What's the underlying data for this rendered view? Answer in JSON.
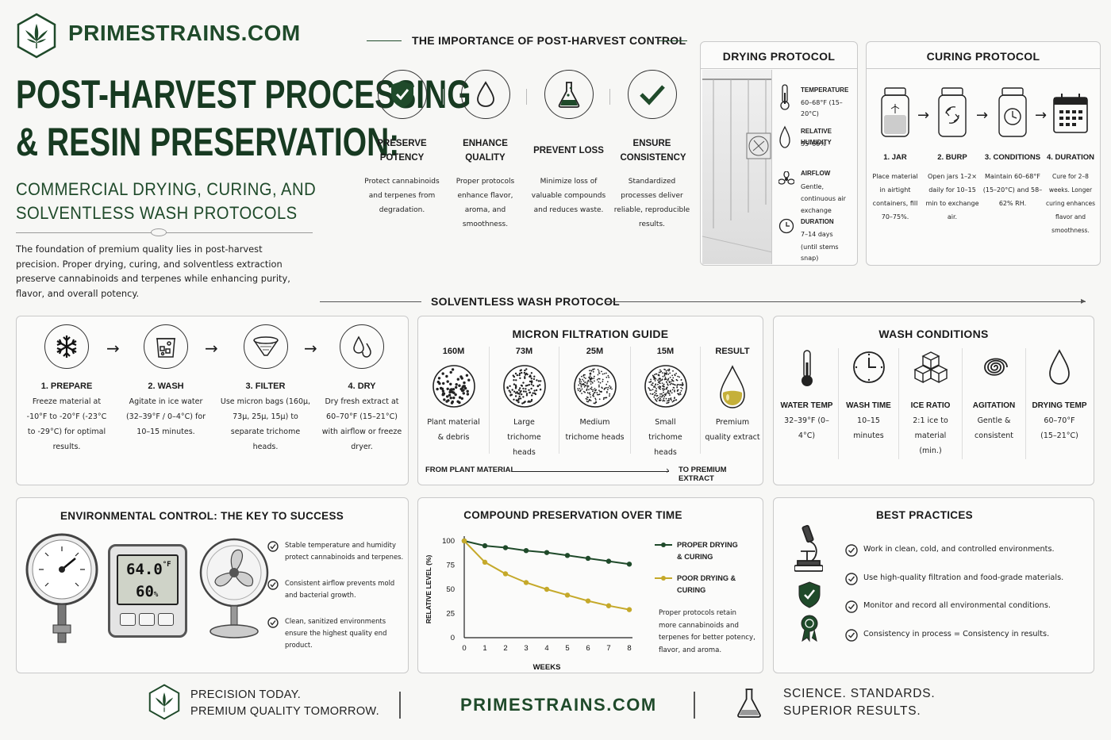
{
  "brand": {
    "name": "PRIMESTRAINS.COM",
    "green": "#1f4a2a",
    "gold": "#c5a92a"
  },
  "hero": {
    "title_line1": "POST-HARVEST PROCESSING",
    "title_line2": "& RESIN PRESERVATION:",
    "subtitle_line1": "COMMERCIAL DRYING, CURING, AND",
    "subtitle_line2": "SOLVENTLESS WASH PROTOCOLS",
    "intro": "The foundation of premium quality lies in post-harvest precision. Proper drying, curing, and solventless extraction preserve cannabinoids and terpenes while enhancing purity, flavor, and overall potency."
  },
  "importance": {
    "heading": "THE IMPORTANCE OF POST-HARVEST CONTROL",
    "items": [
      {
        "icon": "shield-check-icon",
        "title": "PRESERVE POTENCY",
        "text": "Protect cannabinoids and terpenes from degradation."
      },
      {
        "icon": "droplet-icon",
        "title": "ENHANCE QUALITY",
        "text": "Proper protocols enhance flavor, aroma, and smoothness."
      },
      {
        "icon": "flask-icon",
        "title": "PREVENT LOSS",
        "text": "Minimize loss of valuable compounds and reduces waste."
      },
      {
        "icon": "checkmark-circle-icon",
        "title": "ENSURE CONSISTENCY",
        "text": "Standardized processes deliver reliable, reproducible results."
      }
    ]
  },
  "drying": {
    "heading": "DRYING PROTOCOL",
    "items": [
      {
        "icon": "thermometer-icon",
        "label": "TEMPERATURE",
        "value": "60–68°F (15–20°C)"
      },
      {
        "icon": "humidity-drop-icon",
        "label": "RELATIVE HUMIDITY",
        "value": "55–60%"
      },
      {
        "icon": "fan-icon",
        "label": "AIRFLOW",
        "value": "Gentle, continuous air exchange"
      },
      {
        "icon": "clock-icon",
        "label": "DURATION",
        "value": "7–14 days",
        "note": "(until stems snap)"
      }
    ]
  },
  "curing": {
    "heading": "CURING PROTOCOL",
    "steps": [
      {
        "icon": "jar-icon",
        "title": "1. JAR",
        "text": "Place material in airtight containers, fill 70–75%."
      },
      {
        "icon": "burp-jar-icon",
        "title": "2. BURP",
        "text": "Open jars 1–2× daily for 10–15 min to exchange air."
      },
      {
        "icon": "gauge-jar-icon",
        "title": "3. CONDITIONS",
        "text": "Maintain 60–68°F (15–20°C) and 58–62% RH."
      },
      {
        "icon": "calendar-icon",
        "title": "4. DURATION",
        "text": "Cure for 2–8 weeks. Longer curing enhances flavor and smoothness."
      }
    ]
  },
  "wash": {
    "heading": "SOLVENTLESS WASH PROTOCOL",
    "steps": [
      {
        "icon": "snowflake-icon",
        "title": "1. PREPARE",
        "text": "Freeze material at -10°F to -20°F (-23°C to -29°C) for optimal results."
      },
      {
        "icon": "ice-bucket-icon",
        "title": "2. WASH",
        "text": "Agitate in ice water (32–39°F / 0–4°C) for 10–15 minutes."
      },
      {
        "icon": "filter-icon",
        "title": "3. FILTER",
        "text": "Use micron bags (160µ, 73µ, 25µ, 15µ) to separate trichome heads."
      },
      {
        "icon": "drops-icon",
        "title": "4. DRY",
        "text": "Dry fresh extract at 60–70°F (15–21°C) with airflow or freeze dryer."
      }
    ]
  },
  "micron": {
    "heading": "MICRON FILTRATION GUIDE",
    "cols": [
      {
        "size": "160µ",
        "text": "Plant material & debris"
      },
      {
        "size": "73µ",
        "text": "Large trichome heads"
      },
      {
        "size": "25µ",
        "text": "Medium trichome heads"
      },
      {
        "size": "15µ",
        "text": "Small trichome heads"
      },
      {
        "size": "RESULT",
        "text": "Premium quality extract"
      }
    ],
    "from": "FROM PLANT MATERIAL",
    "to": "TO PREMIUM EXTRACT"
  },
  "conditions": {
    "heading": "WASH CONDITIONS",
    "items": [
      {
        "icon": "thermometer-icon",
        "label": "WATER TEMP",
        "value": "32–39°F (0–4°C)"
      },
      {
        "icon": "clock-icon",
        "label": "WASH TIME",
        "value": "10–15 minutes"
      },
      {
        "icon": "ice-cubes-icon",
        "label": "ICE RATIO",
        "value": "2:1 ice to material (min.)"
      },
      {
        "icon": "swirl-icon",
        "label": "AGITATION",
        "value": "Gentle & consistent"
      },
      {
        "icon": "droplet-icon",
        "label": "DRYING TEMP",
        "value": "60–70°F (15–21°C)"
      }
    ]
  },
  "environment": {
    "heading": "ENVIRONMENTAL CONTROL: THE KEY TO SUCCESS",
    "display_temp": "64.0",
    "display_temp_unit": "°F",
    "display_rh": "60",
    "display_rh_unit": "%",
    "points": [
      "Stable temperature and humidity protect cannabinoids and terpenes.",
      "Consistent airflow prevents mold and bacterial growth.",
      "Clean, sanitized environments ensure the highest quality end product."
    ]
  },
  "chart_data": {
    "type": "line",
    "title": "COMPOUND PRESERVATION OVER TIME",
    "xlabel": "WEEKS",
    "ylabel": "RELATIVE LEVEL (%)",
    "x": [
      0,
      1,
      2,
      3,
      4,
      5,
      6,
      7,
      8
    ],
    "xlim": [
      0,
      8
    ],
    "ylim": [
      0,
      100
    ],
    "yticks": [
      0,
      25,
      50,
      75,
      100
    ],
    "series": [
      {
        "name": "PROPER DRYING & CURING",
        "color": "#1f4a2a",
        "values": [
          100,
          95,
          93,
          90,
          88,
          85,
          82,
          79,
          76
        ]
      },
      {
        "name": "POOR DRYING & CURING",
        "color": "#c5a92a",
        "values": [
          100,
          78,
          66,
          57,
          50,
          44,
          38,
          33,
          29
        ]
      }
    ],
    "note": "Proper protocols retain more cannabinoids and terpenes for better potency, flavor, and aroma."
  },
  "practices": {
    "heading": "BEST PRACTICES",
    "items": [
      "Work in clean, cold, and controlled environments.",
      "Use high-quality filtration and food-grade materials.",
      "Monitor and record all environmental conditions.",
      "Consistency in process = Consistency in results."
    ]
  },
  "footer": {
    "left_line1": "PRECISION TODAY.",
    "left_line2": "PREMIUM QUALITY TOMORROW.",
    "center": "PRIMESTRAINS.COM",
    "right_line1": "SCIENCE. STANDARDS.",
    "right_line2": "SUPERIOR RESULTS."
  }
}
